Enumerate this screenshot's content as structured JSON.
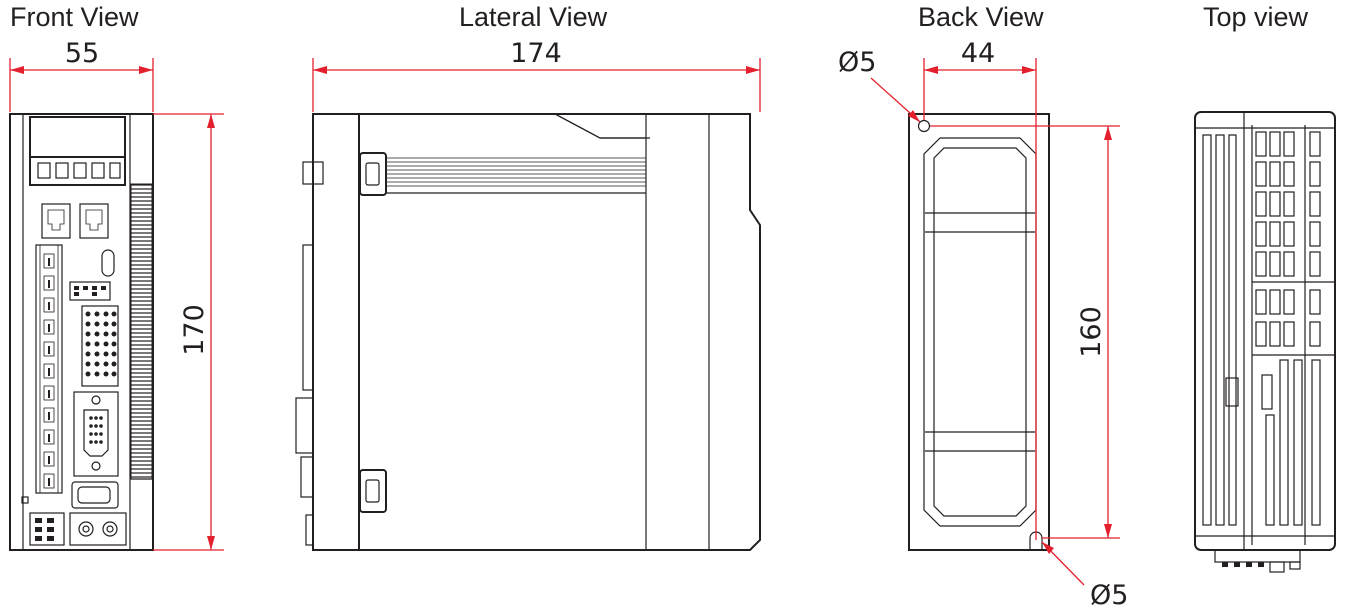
{
  "views": {
    "front": {
      "title": "Front View"
    },
    "lateral": {
      "title": "Lateral View"
    },
    "back": {
      "title": "Back View"
    },
    "top": {
      "title": "Top view"
    }
  },
  "dimensions": {
    "front_width": "55",
    "front_height": "170",
    "lateral_depth": "174",
    "back_width": "44",
    "back_height": "160",
    "hole_top": "Ø5",
    "hole_bottom": "Ø5"
  },
  "colors": {
    "dimension": "#e4202e",
    "outline": "#231f20"
  }
}
